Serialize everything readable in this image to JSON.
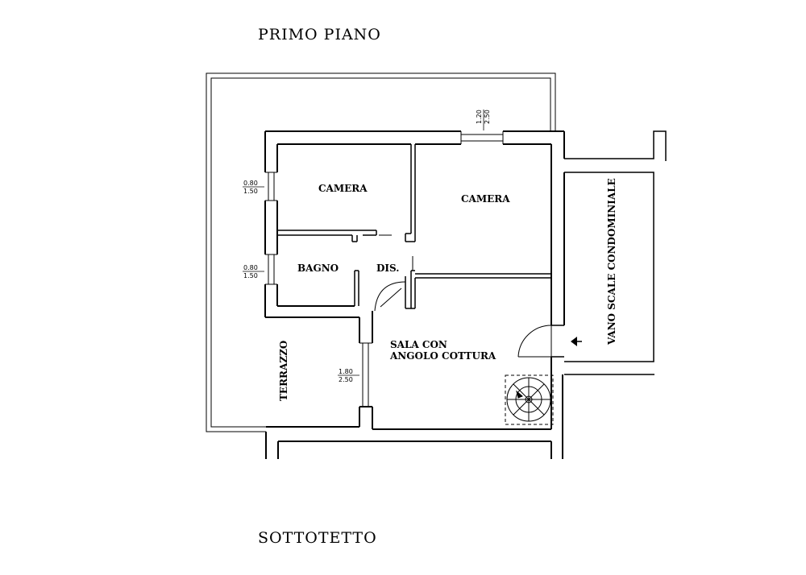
{
  "titles": {
    "top": "PRIMO  PIANO",
    "bottom": "SOTTOTETTO"
  },
  "rooms": {
    "camera_left": "CAMERA",
    "camera_right": "CAMERA",
    "bagno": "BAGNO",
    "dis": "DIS.",
    "sala_line1": "SALA CON",
    "sala_line2": "ANGOLO COTTURA",
    "terrazzo": "TERRAZZO",
    "vano_scale": "VANO SCALE CONDOMINIALE"
  },
  "windows": {
    "top_window": {
      "width": "1.20",
      "height": "2.50"
    },
    "left_camera_window": {
      "width": "0.80",
      "height": "1.50"
    },
    "bagno_window": {
      "width": "0.80",
      "height": "1.50"
    },
    "terrace_door": {
      "width": "1.80",
      "height": "2.50"
    }
  }
}
